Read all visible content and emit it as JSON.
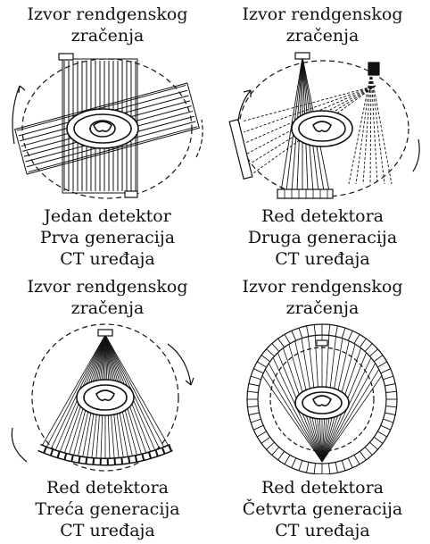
{
  "panels": [
    {
      "source_label": [
        "Izvor rendgenskog",
        "zračenja"
      ],
      "caption": [
        "Jedan detektor",
        "Prva generacija",
        "CT uređaja"
      ]
    },
    {
      "source_label": [
        "Izvor rendgenskog",
        "zračenja"
      ],
      "caption": [
        "Red detektora",
        "Druga generacija",
        "CT uređaja"
      ]
    },
    {
      "source_label": [
        "Izvor rendgenskog",
        "zračenja"
      ],
      "caption": [
        "Red detektora",
        "Treća generacija",
        "CT uređaja"
      ]
    },
    {
      "source_label": [
        "Izvor rendgenskog",
        "zračenja"
      ],
      "caption": [
        "Red detektora",
        "Četvrta generacija",
        "CT uređaja"
      ]
    }
  ],
  "colors": {
    "ink": "#111111",
    "background": "#ffffff"
  }
}
